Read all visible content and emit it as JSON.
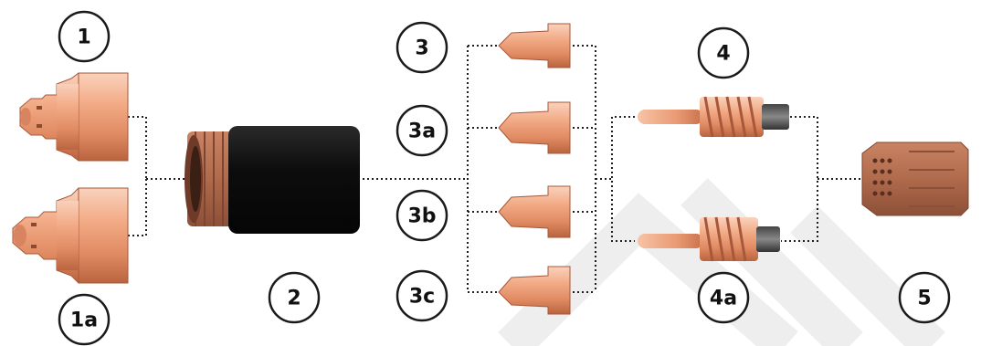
{
  "labels": {
    "part_1": "1",
    "part_1a": "1a",
    "part_2": "2",
    "part_3": "3",
    "part_3a": "3a",
    "part_3b": "3b",
    "part_3c": "3c",
    "part_4": "4",
    "part_4a": "4a",
    "part_5": "5"
  },
  "colors": {
    "copper_light": "#f6c0a4",
    "copper_mid": "#e6926a",
    "copper_dark": "#b8623f",
    "brown_cap": "#b06a4c",
    "black_sleeve": "#111111",
    "connector": "#1e1e1e",
    "watermark": "#eeeeee"
  }
}
